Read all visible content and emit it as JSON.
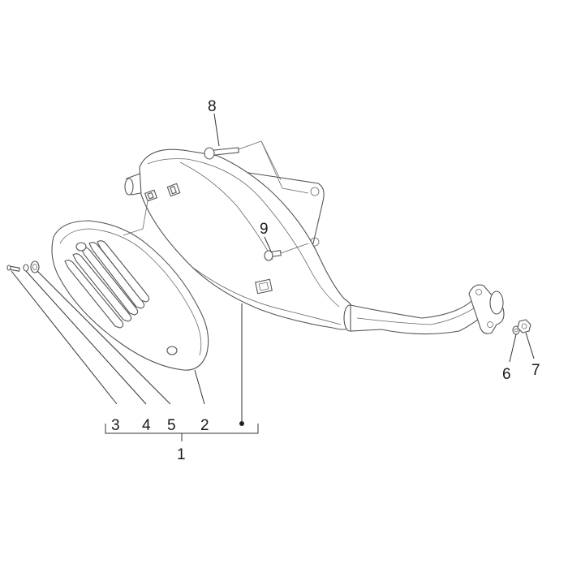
{
  "callouts": {
    "c1": "1",
    "c2": "2",
    "c3": "3",
    "c4": "4",
    "c5": "5",
    "c6": "6",
    "c7": "7",
    "c8": "8",
    "c9": "9"
  },
  "colors": {
    "line": "#555555",
    "text": "#1a1a1a",
    "fill": "#ffffff"
  }
}
